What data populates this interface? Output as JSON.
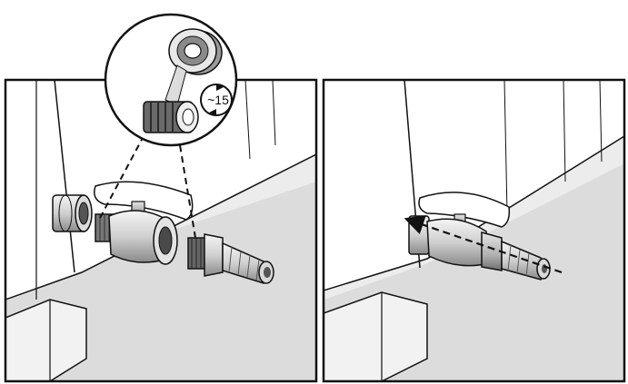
{
  "zoom_callout": {
    "turns_label": "~15",
    "tape_icon": "ptfe-tape-roll-icon",
    "rotation_icon": "clockwise-rotation-icon"
  },
  "panels": [
    {
      "name": "step-wrap-thread",
      "content": "valve-and-hose-barb-separated"
    },
    {
      "name": "step-assemble",
      "content": "hose-barb-screwed-into-valve"
    }
  ],
  "colors": {
    "outline": "#111111",
    "wall": "#ffffff",
    "shadow": "#d9d9d9",
    "metal_dark": "#6e6e6e",
    "metal_light": "#eeeeee",
    "tape_grey": "#8a8a8a"
  }
}
